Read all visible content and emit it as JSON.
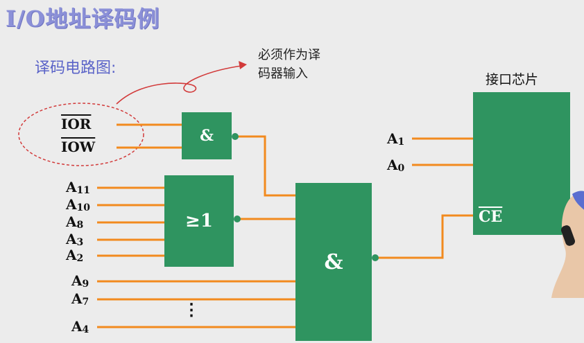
{
  "title": "I/O地址译码例",
  "subtitle": "译码电路图:",
  "note": {
    "line1": "必须作为译",
    "line2": "码器输入"
  },
  "chip": {
    "title": "接口芯片",
    "ce_label": "CE"
  },
  "gates": {
    "and1": "&",
    "or1": "≥1",
    "and2": "&"
  },
  "signals": {
    "ior": "IOR",
    "iow": "IOW",
    "a11": "A",
    "a11_sub": "11",
    "a10": "A",
    "a10_sub": "10",
    "a8": "A",
    "a8_sub": "8",
    "a3": "A",
    "a3_sub": "3",
    "a2": "A",
    "a2_sub": "2",
    "a9": "A",
    "a9_sub": "9",
    "a7": "A",
    "a7_sub": "7",
    "a4": "A",
    "a4_sub": "4",
    "a1": "A",
    "a1_sub": "1",
    "a0": "A",
    "a0_sub": "0",
    "ellipsis": "⋮"
  },
  "colors": {
    "gate": "#2f9460",
    "wire": "#f28a1e",
    "annotation": "#d23a3a",
    "title": "#8b90d8"
  }
}
